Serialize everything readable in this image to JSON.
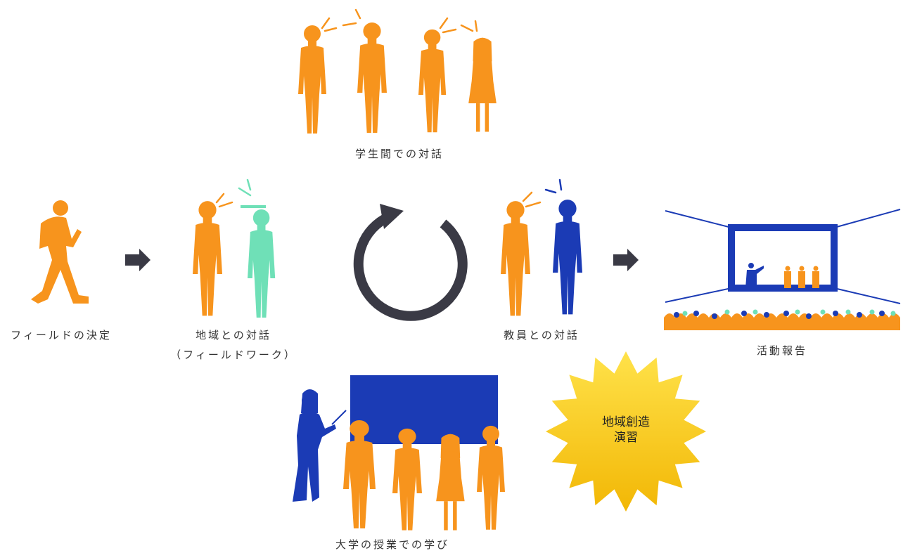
{
  "colors": {
    "orange": "#F7941D",
    "mint": "#6FE0B7",
    "blue": "#1B3BB5",
    "dark": "#3A3A45",
    "burst_top": "#FFE24A",
    "burst_bottom": "#F2B705",
    "label": "#333333"
  },
  "icons": [
    "walking-person-icon",
    "arrow-right-icon",
    "cycle-arrow-icon",
    "classroom-screen-icon",
    "presentation-stage-icon",
    "speech-lines-icon"
  ],
  "labels": {
    "field_decision": "フィールドの決定",
    "regional_dialogue": "地域との対話",
    "fieldwork": "（フィールドワーク）",
    "student_dialogue": "学生間での対話",
    "faculty_dialogue": "教員との対話",
    "activity_report": "活動報告",
    "university_learning": "大学の授業での学び"
  },
  "badge": {
    "line1": "地域創造",
    "line2": "演習"
  }
}
